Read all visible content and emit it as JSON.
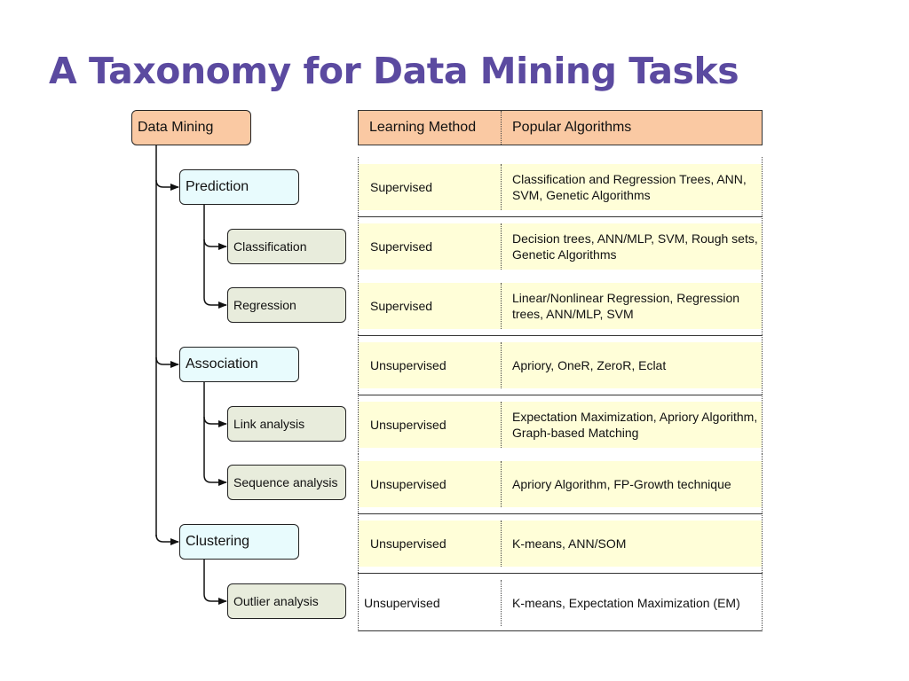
{
  "title": "A Taxonomy for Data Mining Tasks",
  "tree": {
    "root": "Data Mining",
    "groups": [
      {
        "label": "Prediction",
        "children": [
          "Classification",
          "Regression"
        ]
      },
      {
        "label": "Association",
        "children": [
          "Link analysis",
          "Sequence analysis"
        ]
      },
      {
        "label": "Clustering",
        "children": [
          "Outlier analysis"
        ]
      }
    ]
  },
  "table": {
    "headers": [
      "Learning Method",
      "Popular Algorithms"
    ],
    "rows": [
      {
        "method": "Supervised",
        "algorithms": "Classification and Regression Trees, ANN, SVM, Genetic Algorithms"
      },
      {
        "method": "Supervised",
        "algorithms": "Decision trees, ANN/MLP, SVM, Rough sets, Genetic Algorithms"
      },
      {
        "method": "Supervised",
        "algorithms": "Linear/Nonlinear Regression, Regression trees, ANN/MLP, SVM"
      },
      {
        "method": "Unsupervised",
        "algorithms": "Apriory, OneR, ZeroR, Eclat"
      },
      {
        "method": "Unsupervised",
        "algorithms": "Expectation Maximization, Apriory Algorithm, Graph-based Matching"
      },
      {
        "method": "Unsupervised",
        "algorithms": "Apriory Algorithm, FP-Growth technique"
      },
      {
        "method": "Unsupervised",
        "algorithms": "K-means, ANN/SOM"
      },
      {
        "method": "Unsupervised",
        "algorithms": "K-means, Expectation Maximization (EM)"
      }
    ]
  },
  "colors": {
    "title": "#5b4aa0",
    "root_fill": "#fac9a3",
    "group_fill": "#e8fbfd",
    "leaf_fill": "#e8ecdc",
    "row_fill": "#fffed8"
  }
}
